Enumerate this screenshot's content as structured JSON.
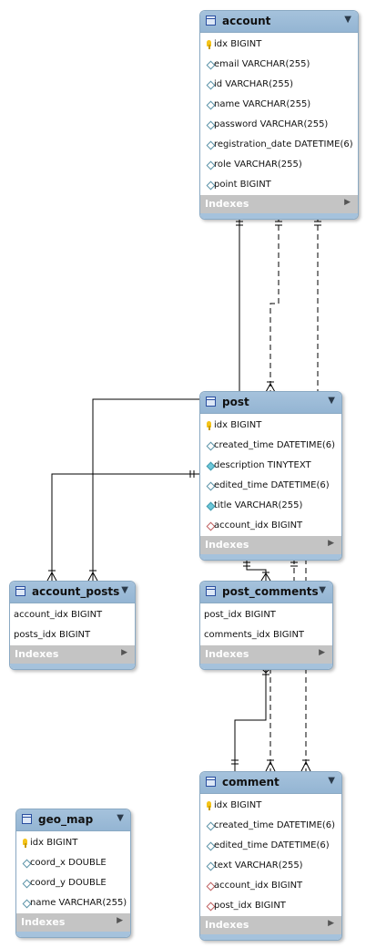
{
  "tables": {
    "account": {
      "name": "account",
      "indexes_label": "Indexes",
      "columns": [
        {
          "text": "idx BIGINT",
          "icon": "primary-key"
        },
        {
          "text": "email VARCHAR(255)",
          "icon": "column"
        },
        {
          "text": "id VARCHAR(255)",
          "icon": "column"
        },
        {
          "text": "name VARCHAR(255)",
          "icon": "column"
        },
        {
          "text": "password VARCHAR(255)",
          "icon": "column"
        },
        {
          "text": "registration_date DATETIME(6)",
          "icon": "column"
        },
        {
          "text": "role VARCHAR(255)",
          "icon": "column"
        },
        {
          "text": "point BIGINT",
          "icon": "column"
        }
      ]
    },
    "post": {
      "name": "post",
      "indexes_label": "Indexes",
      "columns": [
        {
          "text": "idx BIGINT",
          "icon": "primary-key"
        },
        {
          "text": "created_time DATETIME(6)",
          "icon": "column"
        },
        {
          "text": "description TINYTEXT",
          "icon": "column-not-null"
        },
        {
          "text": "edited_time DATETIME(6)",
          "icon": "column"
        },
        {
          "text": "title VARCHAR(255)",
          "icon": "column-not-null"
        },
        {
          "text": "account_idx BIGINT",
          "icon": "foreign-key"
        }
      ]
    },
    "account_posts": {
      "name": "account_posts",
      "indexes_label": "Indexes",
      "columns": [
        {
          "text": "account_idx BIGINT",
          "icon": "none"
        },
        {
          "text": "posts_idx BIGINT",
          "icon": "none"
        }
      ]
    },
    "post_comments": {
      "name": "post_comments",
      "indexes_label": "Indexes",
      "columns": [
        {
          "text": "post_idx BIGINT",
          "icon": "none"
        },
        {
          "text": "comments_idx BIGINT",
          "icon": "none"
        }
      ]
    },
    "comment": {
      "name": "comment",
      "indexes_label": "Indexes",
      "columns": [
        {
          "text": "idx BIGINT",
          "icon": "primary-key"
        },
        {
          "text": "created_time DATETIME(6)",
          "icon": "column"
        },
        {
          "text": "edited_time DATETIME(6)",
          "icon": "column"
        },
        {
          "text": "text VARCHAR(255)",
          "icon": "column"
        },
        {
          "text": "account_idx BIGINT",
          "icon": "foreign-key"
        },
        {
          "text": "post_idx BIGINT",
          "icon": "foreign-key"
        }
      ]
    },
    "geo_map": {
      "name": "geo_map",
      "indexes_label": "Indexes",
      "columns": [
        {
          "text": "idx BIGINT",
          "icon": "primary-key"
        },
        {
          "text": "coord_x DOUBLE",
          "icon": "column"
        },
        {
          "text": "coord_y DOUBLE",
          "icon": "column"
        },
        {
          "text": "name VARCHAR(255)",
          "icon": "column"
        }
      ]
    }
  },
  "colors": {
    "header": "#9dbcd8",
    "indexes_bar": "#c4c4c4",
    "relationship_line": "#000000"
  }
}
